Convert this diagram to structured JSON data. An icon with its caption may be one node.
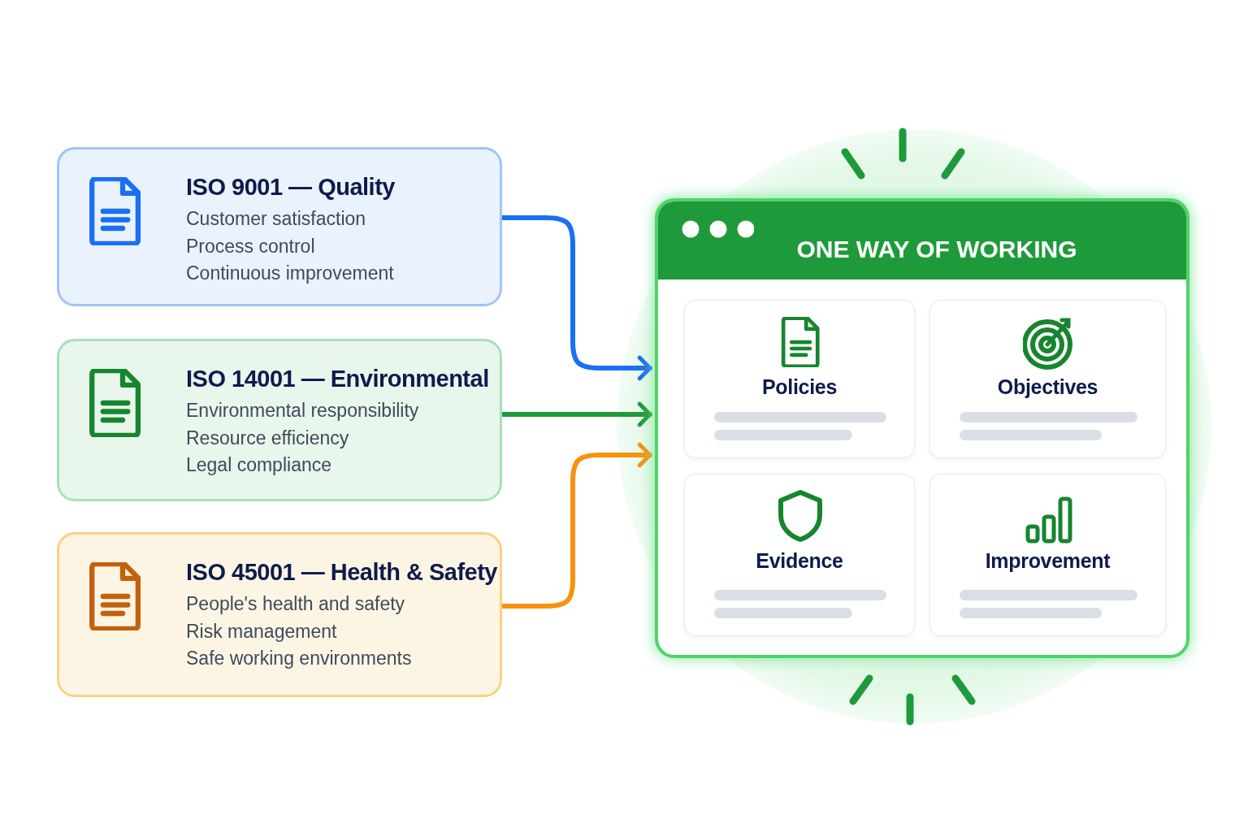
{
  "diagram": {
    "nodes": [
      {
        "text": [
          "ISO 9001 — Quality",
          "Customer satisfaction",
          "Process control",
          "Continuous improvement"
        ]
      },
      {
        "text": [
          "ISO 14001 — Environmental",
          "Environmental responsibility",
          "Resource efficiency",
          "Legal compliance"
        ]
      },
      {
        "text": [
          "ISO 45001 — Health & Safety",
          "People's health and safety",
          "Risk management",
          "Safe working environments"
        ]
      },
      {
        "text": [
          "ONE WAY OF WORKING"
        ]
      },
      {
        "text": [
          "Policies"
        ],
        "in": 3
      },
      {
        "text": [
          "Objectives"
        ],
        "in": 3
      },
      {
        "text": [
          "Evidence"
        ],
        "in": 3
      },
      {
        "text": [
          "Improvement"
        ],
        "in": 3
      }
    ],
    "edges": [
      {
        "from": 0,
        "to": 3,
        "arrow": "to",
        "color": "#1a6ff5"
      },
      {
        "from": 1,
        "to": 3,
        "arrow": "to",
        "color": "#1e9a3a"
      },
      {
        "from": 2,
        "to": 3,
        "arrow": "to",
        "color": "#f7920f"
      }
    ]
  }
}
